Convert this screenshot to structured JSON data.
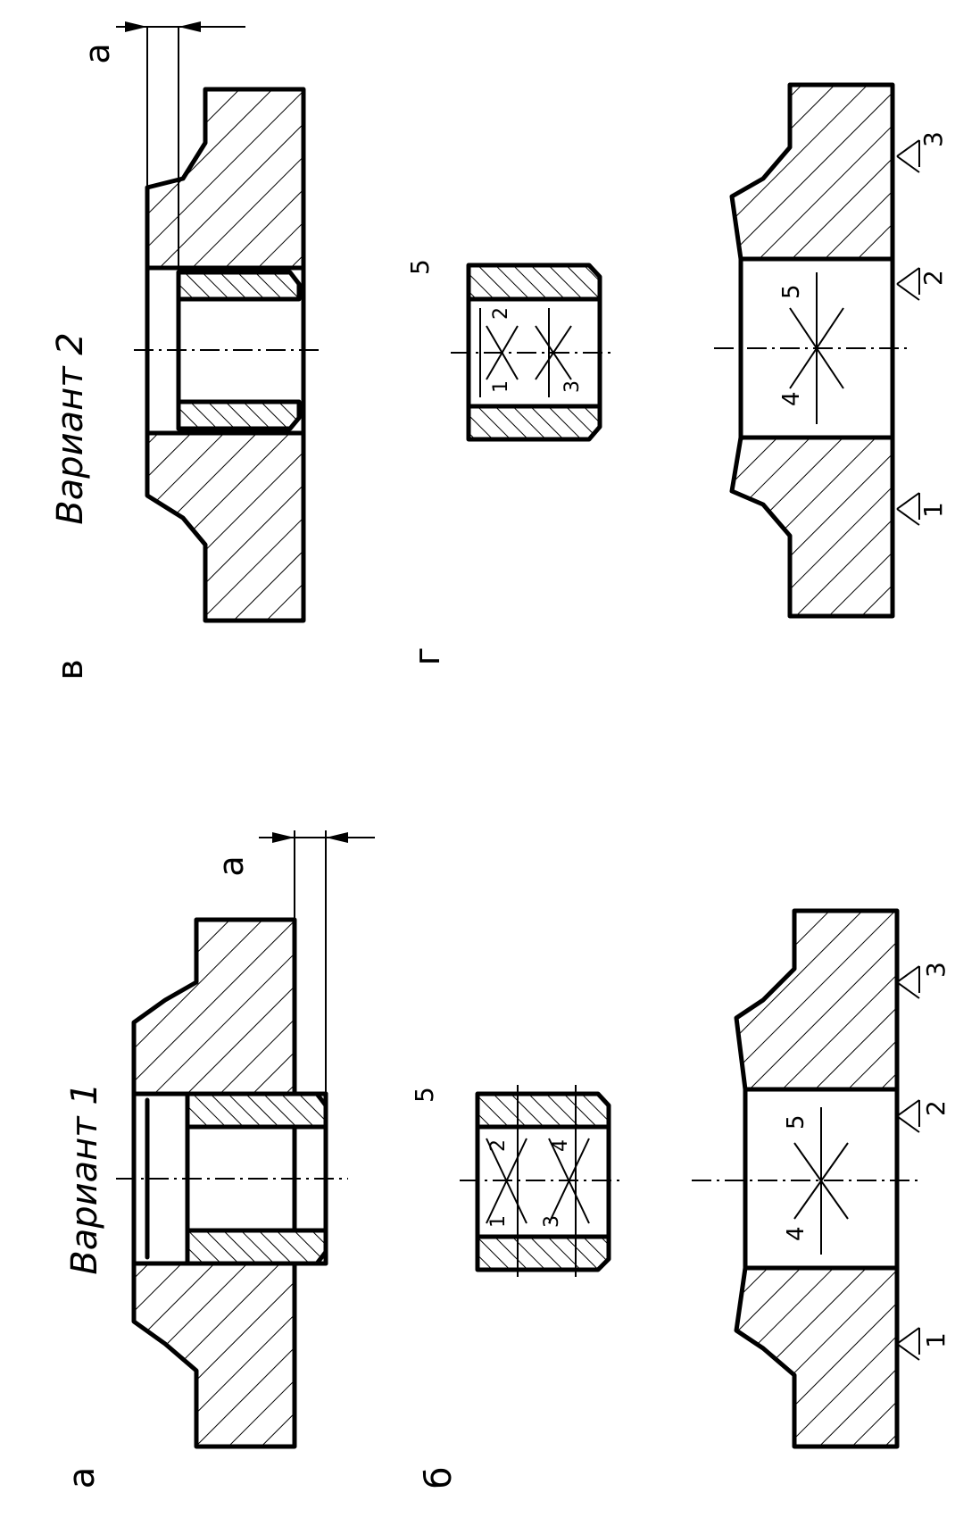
{
  "variant1": {
    "title": "Вариант 1",
    "view_a_label": "а",
    "view_b_label": "б",
    "dim_label": "а",
    "bushing_marks": [
      "1",
      "2",
      "3",
      "4",
      "5"
    ],
    "body_marks": [
      "1",
      "2",
      "3",
      "4",
      "5"
    ]
  },
  "variant2": {
    "title": "Вариант 2",
    "view_v_label": "в",
    "view_g_label": "г",
    "dim_label": "а",
    "bushing_marks": [
      "1",
      "2",
      "3",
      "5"
    ],
    "body_marks": [
      "1",
      "2",
      "3",
      "4",
      "5"
    ]
  },
  "colors": {
    "ink": "#000000",
    "paper": "#ffffff"
  }
}
